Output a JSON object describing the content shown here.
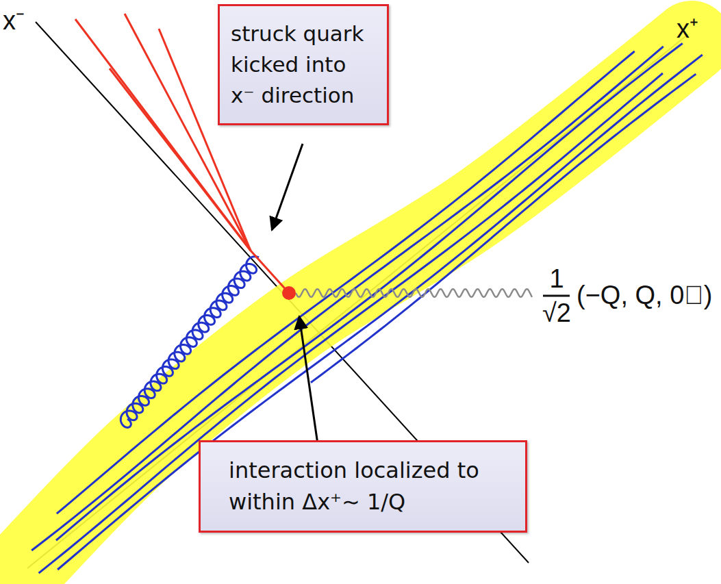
{
  "diagram": {
    "nodes": [
      {
        "text": [
          "struck quark kicked into x⁻ direction"
        ]
      },
      {
        "text": [
          "interaction localized to within Δx⁺∼ 1/Q"
        ]
      }
    ],
    "labels": [
      "x⁻",
      "x⁺",
      "1",
      "√2",
      "(−Q, Q, 0⃗)"
    ]
  }
}
